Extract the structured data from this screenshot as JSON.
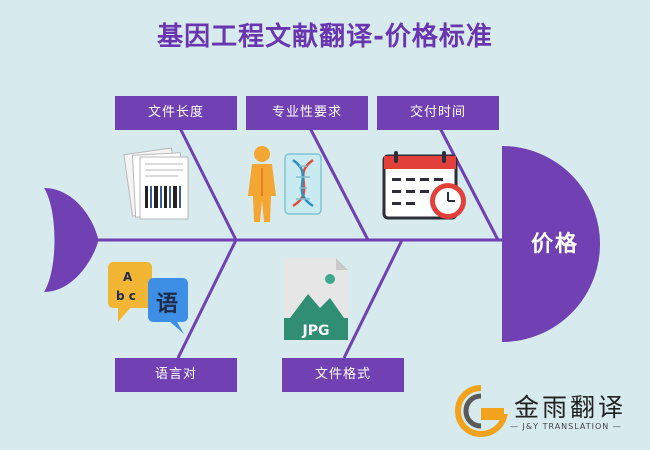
{
  "title": "基因工程文献翻译-价格标准",
  "head": "价格",
  "factors": {
    "length": "文件长度",
    "specialty": "专业性要求",
    "delivery": "交付时间",
    "language": "语言对",
    "format": "文件格式"
  },
  "icons": {
    "jpg_label": "JPG",
    "lang_a": "A",
    "lang_bc": "b c",
    "lang_zh": "语"
  },
  "brand": {
    "name": "金雨翻译",
    "subtitle": "J&Y TRANSLATION"
  },
  "colors": {
    "purple": "#7140b3",
    "background": "#d7eaee",
    "title": "#6a36b0"
  }
}
